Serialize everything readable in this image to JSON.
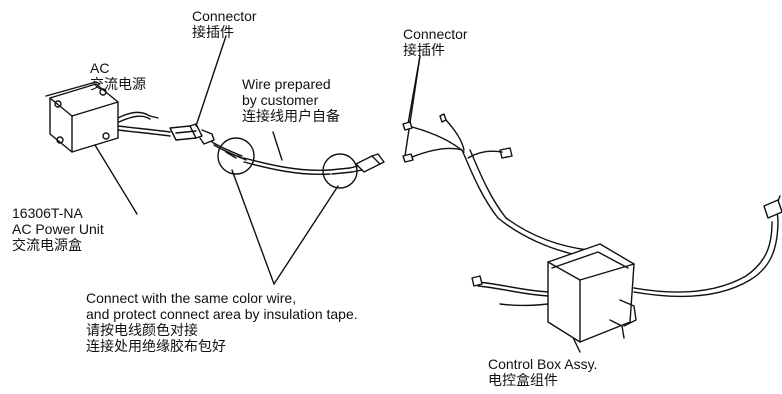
{
  "labels": {
    "connector_left": {
      "en": "Connector",
      "zh": "接插件"
    },
    "ac_source": {
      "en": "AC",
      "zh": "交流电源"
    },
    "wire_prepared": {
      "line1": "Wire prepared",
      "line2": "by customer",
      "zh": "连接线用户自备"
    },
    "connector_right": {
      "en": "Connector",
      "zh": "接插件"
    },
    "power_unit": {
      "model": "16306T-NA",
      "en": "AC Power Unit",
      "zh": "交流电源盒"
    },
    "instructions": {
      "line1": "Connect with the same color wire,",
      "line2": "and protect connect area by insulation tape.",
      "line3": "请按电线颜色对接",
      "line4": "连接处用绝缘胶布包好"
    },
    "control_box": {
      "en": "Control Box Assy.",
      "zh": "电控盒组件"
    }
  }
}
